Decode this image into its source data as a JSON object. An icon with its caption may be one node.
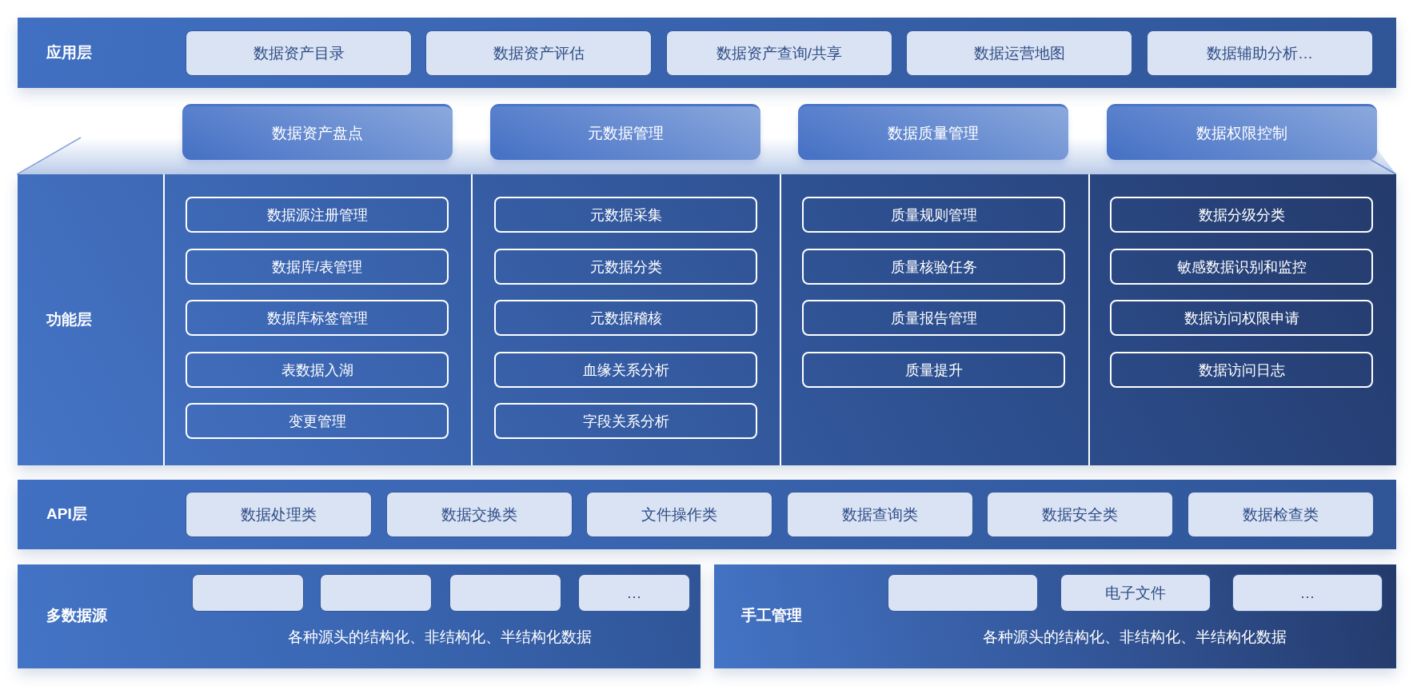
{
  "diagram": {
    "nodes": [
      {
        "text": [
          "应用层"
        ]
      },
      {
        "text": [
          "数据资产目录"
        ],
        "in": 0
      },
      {
        "text": [
          "数据资产评估"
        ],
        "in": 0
      },
      {
        "text": [
          "数据资产查询/共享"
        ],
        "in": 0
      },
      {
        "text": [
          "数据运营地图"
        ],
        "in": 0
      },
      {
        "text": [
          "数据辅助分析…"
        ],
        "in": 0
      },
      {
        "text": [
          "数据资产盘点"
        ]
      },
      {
        "text": [
          "元数据管理"
        ]
      },
      {
        "text": [
          "数据质量管理"
        ]
      },
      {
        "text": [
          "数据权限控制"
        ]
      },
      {
        "text": [
          "功能层"
        ]
      },
      {
        "text": [
          "数据源注册管理"
        ],
        "in": 10
      },
      {
        "text": [
          "数据库/表管理"
        ],
        "in": 10
      },
      {
        "text": [
          "数据库标签管理"
        ],
        "in": 10
      },
      {
        "text": [
          "表数据入湖"
        ],
        "in": 10
      },
      {
        "text": [
          "变更管理"
        ],
        "in": 10
      },
      {
        "text": [
          "元数据采集"
        ],
        "in": 10
      },
      {
        "text": [
          "元数据分类"
        ],
        "in": 10
      },
      {
        "text": [
          "元数据稽核"
        ],
        "in": 10
      },
      {
        "text": [
          "血缘关系分析"
        ],
        "in": 10
      },
      {
        "text": [
          "字段关系分析"
        ],
        "in": 10
      },
      {
        "text": [
          "质量规则管理"
        ],
        "in": 10
      },
      {
        "text": [
          "质量核验任务"
        ],
        "in": 10
      },
      {
        "text": [
          "质量报告管理"
        ],
        "in": 10
      },
      {
        "text": [
          "质量提升"
        ],
        "in": 10
      },
      {
        "text": [
          "数据分级分类"
        ],
        "in": 10
      },
      {
        "text": [
          "敏感数据识别和监控"
        ],
        "in": 10
      },
      {
        "text": [
          "数据访问权限申请"
        ],
        "in": 10
      },
      {
        "text": [
          "数据访问日志"
        ],
        "in": 10
      },
      {
        "text": [
          "API层"
        ]
      },
      {
        "text": [
          "数据处理类"
        ],
        "in": 29
      },
      {
        "text": [
          "数据交换类"
        ],
        "in": 29
      },
      {
        "text": [
          "文件操作类"
        ],
        "in": 29
      },
      {
        "text": [
          "数据查询类"
        ],
        "in": 29
      },
      {
        "text": [
          "数据安全类"
        ],
        "in": 29
      },
      {
        "text": [
          "数据检查类"
        ],
        "in": 29
      },
      {
        "text": [
          "多数据源",
          "各种源头的结构化、非结构化、半结构化数据"
        ]
      },
      {
        "text": [],
        "shape": "box",
        "in": 36
      },
      {
        "text": [],
        "shape": "box",
        "in": 36
      },
      {
        "text": [],
        "shape": "box",
        "in": 36
      },
      {
        "text": [
          "…"
        ],
        "in": 36
      },
      {
        "text": [
          "手工管理",
          "各种源头的结构化、非结构化、半结构化数据"
        ]
      },
      {
        "text": [],
        "shape": "box",
        "in": 41
      },
      {
        "text": [
          "电子文件"
        ],
        "in": 41
      },
      {
        "text": [
          "…"
        ],
        "in": 41
      }
    ]
  }
}
